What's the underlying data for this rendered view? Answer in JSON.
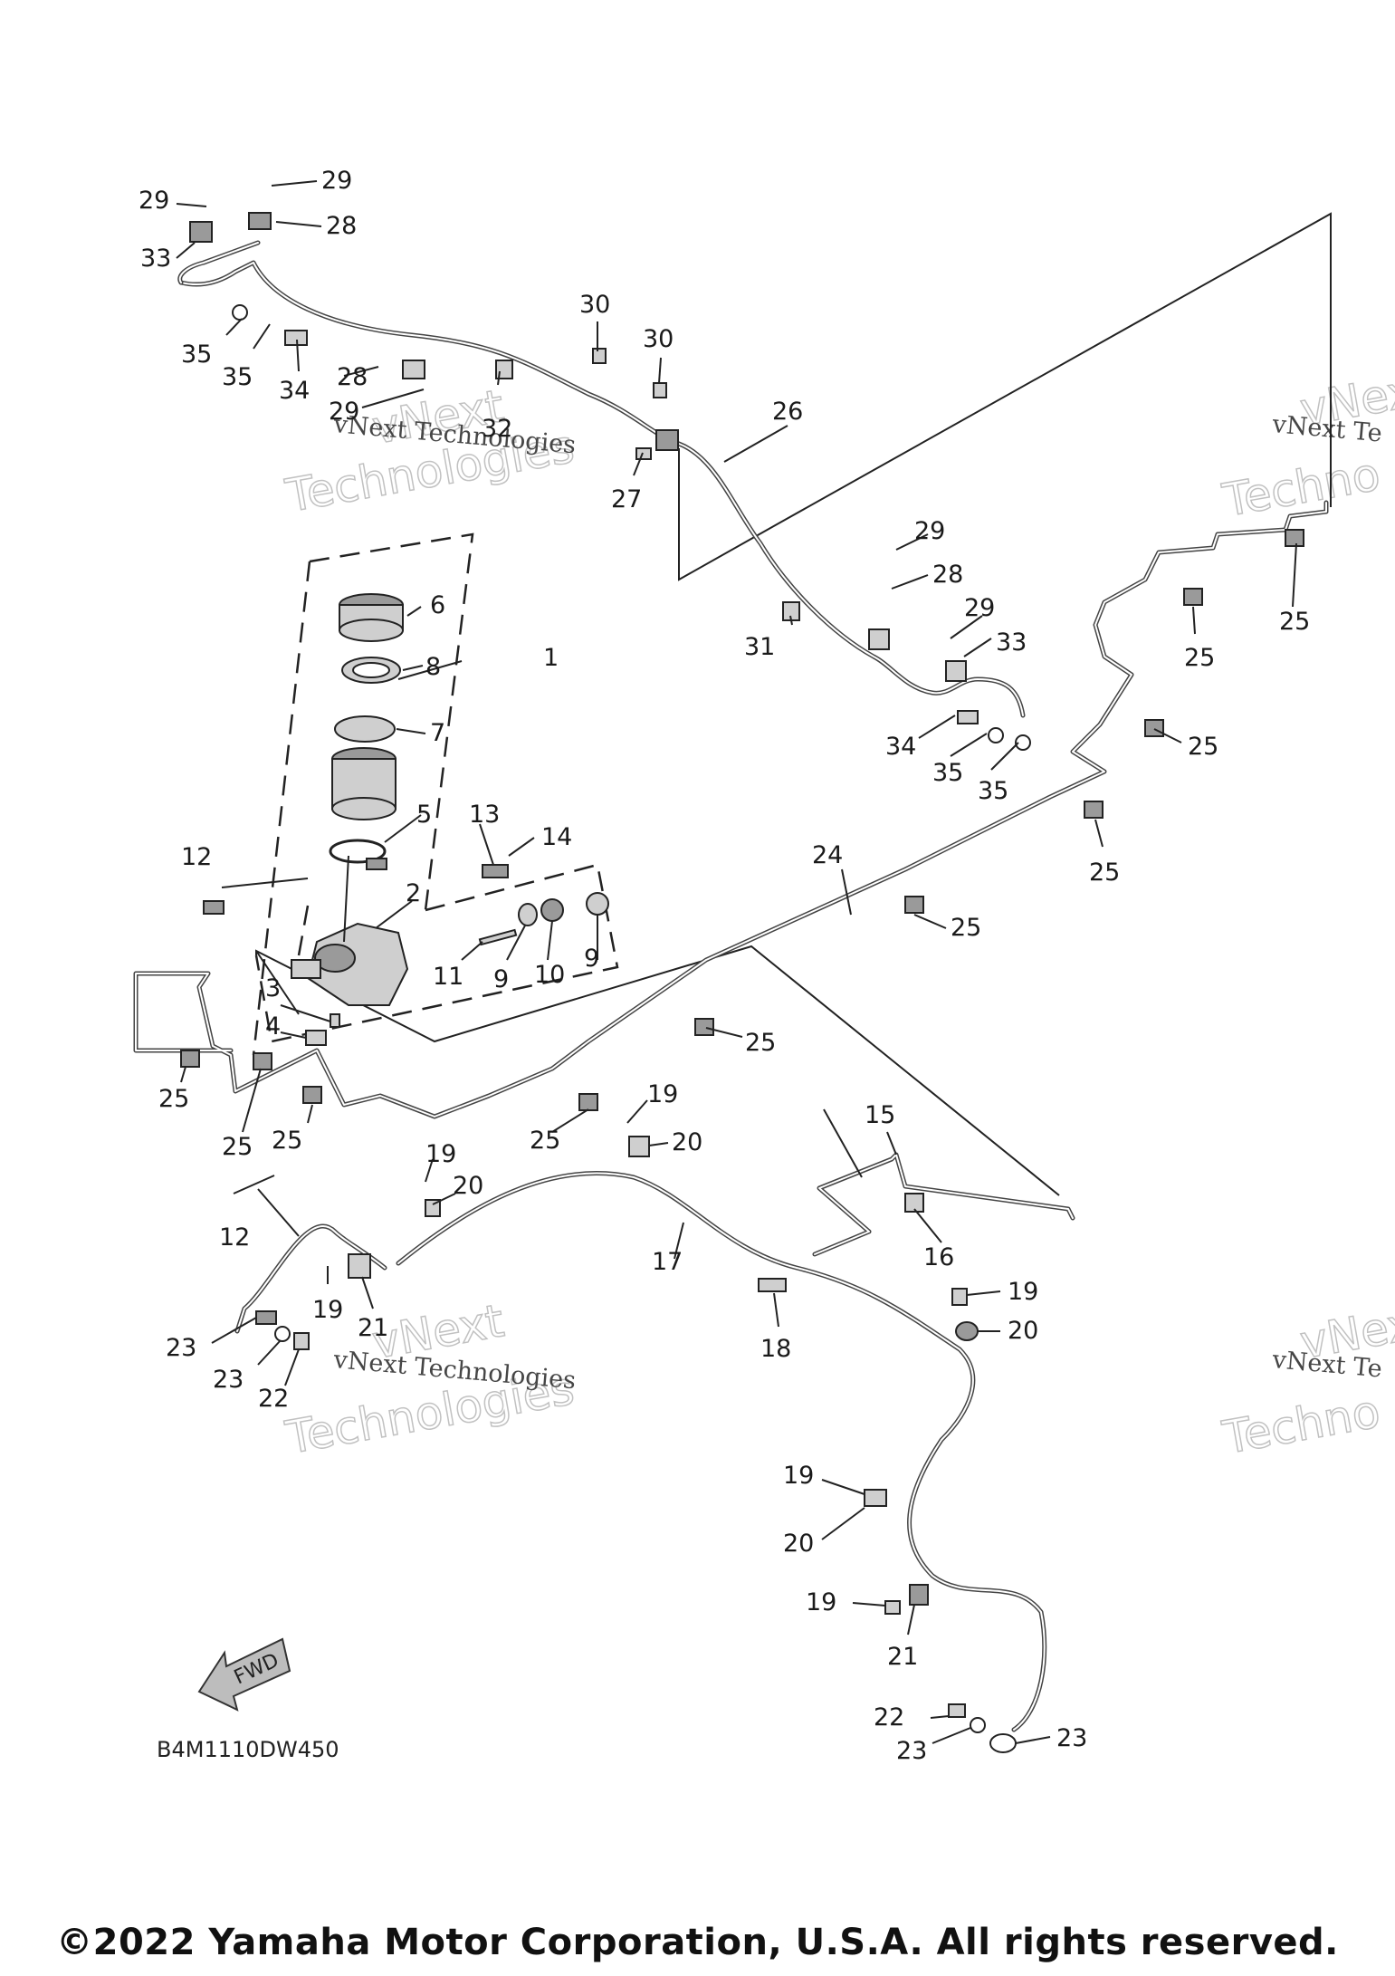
{
  "diagram": {
    "part_code": "B4M1110DW450",
    "fwd_label": "FWD",
    "callouts": [
      {
        "id": "c29a",
        "label": "29"
      },
      {
        "id": "c29b",
        "label": "29"
      },
      {
        "id": "c28a",
        "label": "28"
      },
      {
        "id": "c33a",
        "label": "33"
      },
      {
        "id": "c35a",
        "label": "35"
      },
      {
        "id": "c35b",
        "label": "35"
      },
      {
        "id": "c34a",
        "label": "34"
      },
      {
        "id": "c30a",
        "label": "30"
      },
      {
        "id": "c30b",
        "label": "30"
      },
      {
        "id": "c28b",
        "label": "28"
      },
      {
        "id": "c29c",
        "label": "29"
      },
      {
        "id": "c32",
        "label": "32"
      },
      {
        "id": "c26",
        "label": "26"
      },
      {
        "id": "c27",
        "label": "27"
      },
      {
        "id": "c29d",
        "label": "29"
      },
      {
        "id": "c28c",
        "label": "28"
      },
      {
        "id": "c29e",
        "label": "29"
      },
      {
        "id": "c33b",
        "label": "33"
      },
      {
        "id": "c31",
        "label": "31"
      },
      {
        "id": "c34b",
        "label": "34"
      },
      {
        "id": "c35c",
        "label": "35"
      },
      {
        "id": "c35d",
        "label": "35"
      },
      {
        "id": "c25a",
        "label": "25"
      },
      {
        "id": "c25b",
        "label": "25"
      },
      {
        "id": "c25c",
        "label": "25"
      },
      {
        "id": "c25d",
        "label": "25"
      },
      {
        "id": "c25e",
        "label": "25"
      },
      {
        "id": "c25f",
        "label": "25"
      },
      {
        "id": "c25g",
        "label": "25"
      },
      {
        "id": "c25h",
        "label": "25"
      },
      {
        "id": "c25i",
        "label": "25"
      },
      {
        "id": "c25j",
        "label": "25"
      },
      {
        "id": "c6",
        "label": "6"
      },
      {
        "id": "c8",
        "label": "8"
      },
      {
        "id": "c1",
        "label": "1"
      },
      {
        "id": "c7",
        "label": "7"
      },
      {
        "id": "c5",
        "label": "5"
      },
      {
        "id": "c13",
        "label": "13"
      },
      {
        "id": "c14",
        "label": "14"
      },
      {
        "id": "c12a",
        "label": "12"
      },
      {
        "id": "c2",
        "label": "2"
      },
      {
        "id": "c24",
        "label": "24"
      },
      {
        "id": "c3",
        "label": "3"
      },
      {
        "id": "c11",
        "label": "11"
      },
      {
        "id": "c9a",
        "label": "9"
      },
      {
        "id": "c10",
        "label": "10"
      },
      {
        "id": "c9b",
        "label": "9"
      },
      {
        "id": "c4",
        "label": "4"
      },
      {
        "id": "c19a",
        "label": "19"
      },
      {
        "id": "c20a",
        "label": "20"
      },
      {
        "id": "c15",
        "label": "15"
      },
      {
        "id": "c19b",
        "label": "19"
      },
      {
        "id": "c20b",
        "label": "20"
      },
      {
        "id": "c12b",
        "label": "12"
      },
      {
        "id": "c17",
        "label": "17"
      },
      {
        "id": "c16",
        "label": "16"
      },
      {
        "id": "c19c",
        "label": "19"
      },
      {
        "id": "c21a",
        "label": "21"
      },
      {
        "id": "c23a",
        "label": "23"
      },
      {
        "id": "c23b",
        "label": "23"
      },
      {
        "id": "c22a",
        "label": "22"
      },
      {
        "id": "c18",
        "label": "18"
      },
      {
        "id": "c19d",
        "label": "19"
      },
      {
        "id": "c20c",
        "label": "20"
      },
      {
        "id": "c19e",
        "label": "19"
      },
      {
        "id": "c20d",
        "label": "20"
      },
      {
        "id": "c19f",
        "label": "19"
      },
      {
        "id": "c21b",
        "label": "21"
      },
      {
        "id": "c22b",
        "label": "22"
      },
      {
        "id": "c23c",
        "label": "23"
      },
      {
        "id": "c23d",
        "label": "23"
      }
    ],
    "watermarks": [
      {
        "small": "vNext Technologies",
        "big1": "vNext",
        "big2": "Technologies"
      },
      {
        "small": "vNext Te",
        "big1": "vNext",
        "big2": "Techno"
      },
      {
        "small": "vNext Technologies",
        "big1": "vNext",
        "big2": "Technologies"
      },
      {
        "small": "vNext Te",
        "big1": "vNext",
        "big2": "Techno"
      }
    ]
  },
  "footer": {
    "copyright": "©2022 Yamaha Motor Corporation, U.S.A. All rights reserved."
  }
}
